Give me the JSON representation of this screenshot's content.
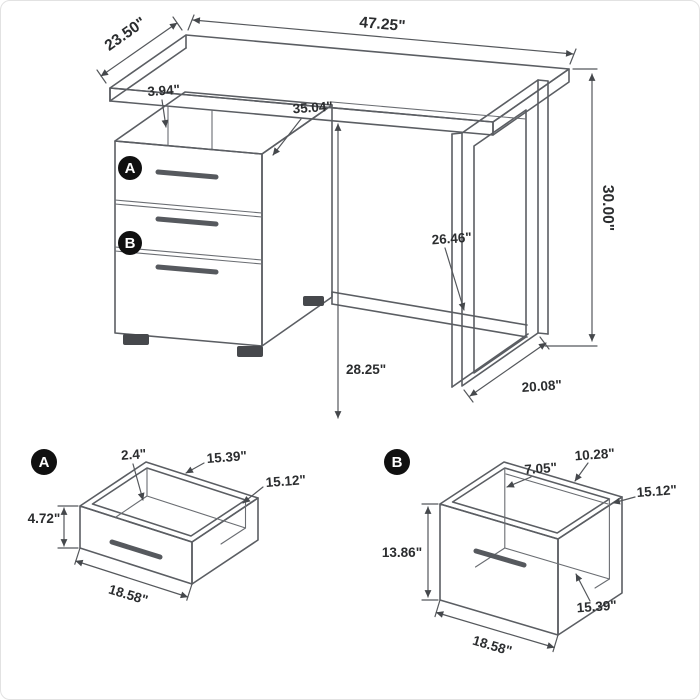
{
  "colors": {
    "line": "#5b5e63",
    "dim_line": "#55585c",
    "dim_text": "#2b2d2f",
    "badge_bg": "#101010",
    "badge_fg": "#ffffff"
  },
  "main": {
    "badge_a": "A",
    "badge_b": "B",
    "dim_top_width": "47.25\"",
    "dim_top_depth": "23.50\"",
    "dim_gap": "3.94\"",
    "dim_knee_width": "35.04\"",
    "dim_height": "30.00\"",
    "dim_inner_span": "26.46\"",
    "dim_floor_clearance": "28.25\"",
    "dim_leg_depth": "20.08\""
  },
  "drawer_a": {
    "badge": "A",
    "dim_front_lip": "2.4\"",
    "dim_inner_width": "15.39\"",
    "dim_inner_depth": "15.12\"",
    "dim_height": "4.72\"",
    "dim_outer_width": "18.58\""
  },
  "drawer_b": {
    "badge": "B",
    "dim_side_depth": "7.05\"",
    "dim_back_width": "10.28\"",
    "dim_inner_depth": "15.12\"",
    "dim_height": "13.86\"",
    "dim_inner_width": "15.39\"",
    "dim_outer_width": "18.58\""
  }
}
